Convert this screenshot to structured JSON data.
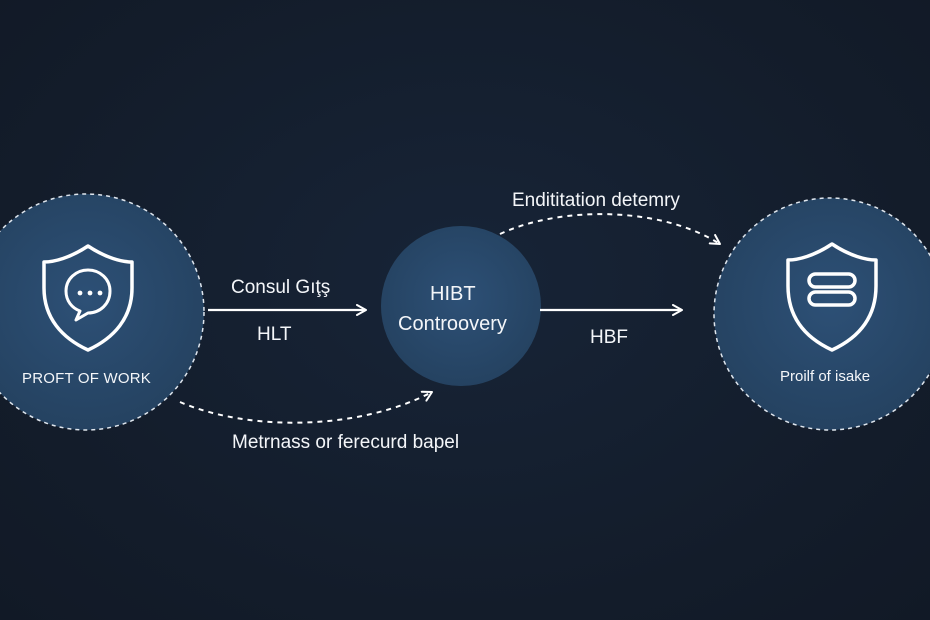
{
  "nodes": {
    "left": {
      "label": "PROFT OF WORK",
      "icon": "shield-chat-icon"
    },
    "center": {
      "line1": "HIBT",
      "line2": "Controovery"
    },
    "right": {
      "label": "Proilf of isake",
      "icon": "shield-link-icon"
    }
  },
  "edges": {
    "left_to_center": {
      "label_top": "Consul Gıţş",
      "label_bottom": "HLT"
    },
    "center_to_right": {
      "label_bottom": "HBF"
    },
    "curve_top": {
      "label": "Endititation detemry"
    },
    "curve_bottom": {
      "label": "Metrnass or ferecurd bapel"
    }
  },
  "colors": {
    "background": "#141e2d",
    "node_fill": "#2a4a6e",
    "center_fill": "#27466a",
    "stroke": "#ffffff",
    "text": "#f4f6f9"
  }
}
